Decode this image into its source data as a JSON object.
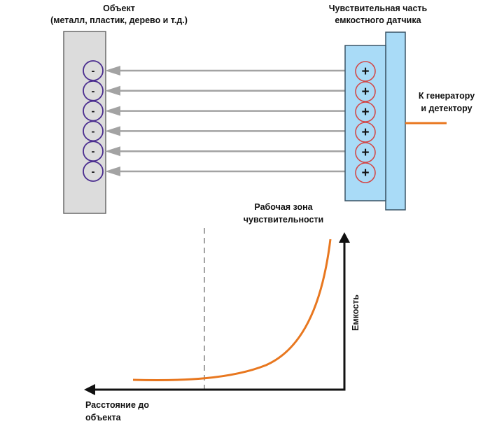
{
  "object": {
    "title": "Объект",
    "subtitle": "(металл, пластик, дерево и т.д.)",
    "charge_symbol": "-",
    "charge_count": 6
  },
  "sensor": {
    "title_line1": "Чувствительная часть",
    "title_line2": "емкостного датчика",
    "charge_symbol": "+",
    "charge_count": 6
  },
  "connection": {
    "label_line1": "К генератору",
    "label_line2": "и детектору"
  },
  "graph": {
    "zone_label_line1": "Рабочая зона",
    "zone_label_line2": "чувствительности",
    "y_axis_label": "Емкость",
    "x_axis_label_line1": "Расстояние до",
    "x_axis_label_line2": "объекта"
  },
  "colors": {
    "object_fill": "#dcdcdc",
    "object_stroke": "#6a6a6a",
    "negative_charge": "#4b2e8f",
    "positive_charge": "#d24a4a",
    "field_arrow": "#a3a3a3",
    "sensor_fill": "#a9dbf7",
    "sensor_stroke": "#3b5566",
    "wire": "#e8771f",
    "curve": "#e8771f",
    "axis": "#111111",
    "dashed": "#666666"
  }
}
